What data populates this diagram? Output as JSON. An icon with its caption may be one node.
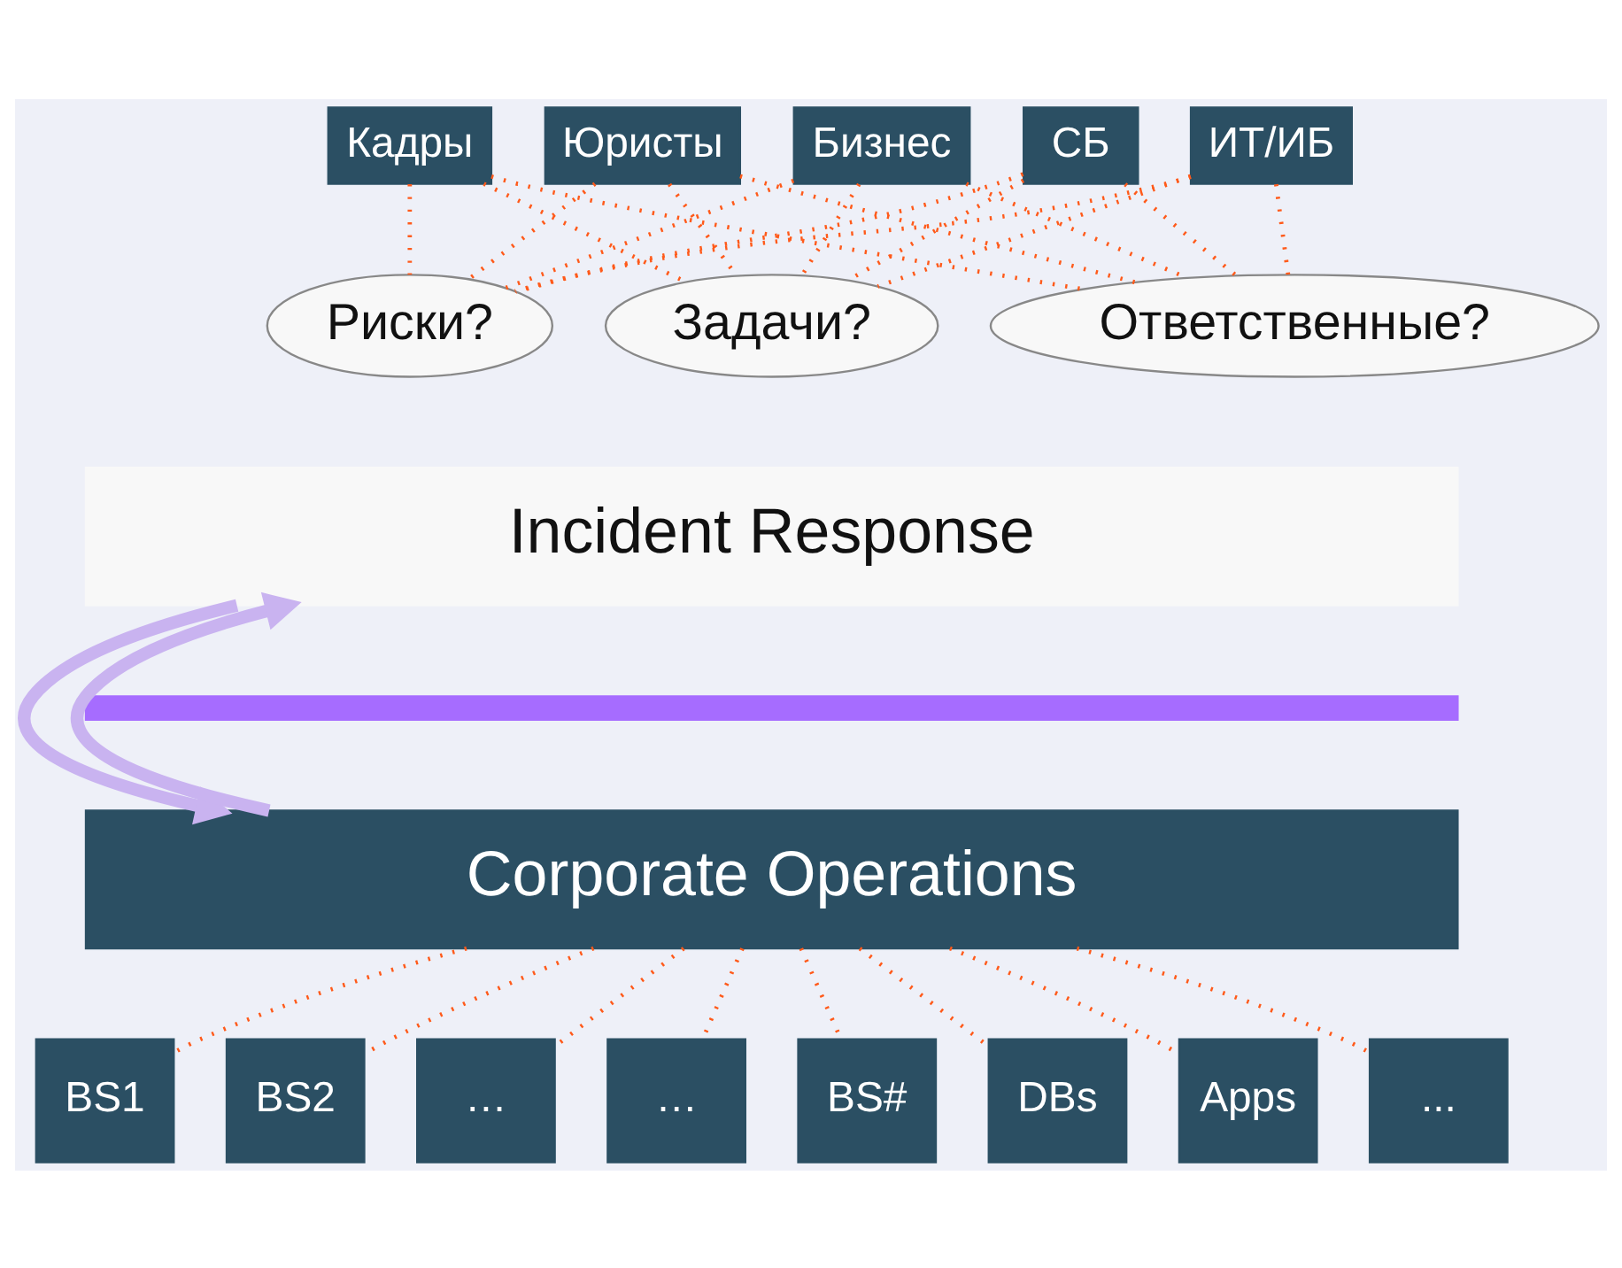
{
  "diagram": {
    "nodes": [
      {
        "text": [
          "Кадры"
        ]
      },
      {
        "text": [
          "Юристы"
        ]
      },
      {
        "text": [
          "Бизнес"
        ]
      },
      {
        "text": [
          "СБ"
        ]
      },
      {
        "text": [
          "ИТ/ИБ"
        ]
      },
      {
        "text": [
          "Риски?"
        ]
      },
      {
        "text": [
          "Задачи?"
        ]
      },
      {
        "text": [
          "Ответственные?"
        ]
      },
      {
        "text": [
          "Incident Response"
        ]
      },
      {
        "text": [],
        "shape": "bar"
      },
      {
        "text": [
          "Corporate Operations"
        ]
      },
      {
        "text": [
          "BS1"
        ]
      },
      {
        "text": [
          "BS2"
        ]
      },
      {
        "text": [
          "…"
        ]
      },
      {
        "text": [
          "…"
        ]
      },
      {
        "text": [
          "BS#"
        ]
      },
      {
        "text": [
          "DBs"
        ]
      },
      {
        "text": [
          "Apps"
        ]
      },
      {
        "text": [
          "..."
        ]
      }
    ],
    "edges": [
      {
        "from": 0,
        "to": 5,
        "arrow": "none",
        "style": "dashed"
      },
      {
        "from": 0,
        "to": 6,
        "arrow": "none",
        "style": "dashed"
      },
      {
        "from": 0,
        "to": 7,
        "arrow": "none",
        "style": "dashed"
      },
      {
        "from": 1,
        "to": 5,
        "arrow": "none",
        "style": "dashed"
      },
      {
        "from": 1,
        "to": 6,
        "arrow": "none",
        "style": "dashed"
      },
      {
        "from": 1,
        "to": 7,
        "arrow": "none",
        "style": "dashed"
      },
      {
        "from": 2,
        "to": 5,
        "arrow": "none",
        "style": "dashed"
      },
      {
        "from": 2,
        "to": 6,
        "arrow": "none",
        "style": "dashed"
      },
      {
        "from": 2,
        "to": 7,
        "arrow": "none",
        "style": "dashed"
      },
      {
        "from": 3,
        "to": 5,
        "arrow": "none",
        "style": "dashed"
      },
      {
        "from": 3,
        "to": 6,
        "arrow": "none",
        "style": "dashed"
      },
      {
        "from": 3,
        "to": 7,
        "arrow": "none",
        "style": "dashed"
      },
      {
        "from": 4,
        "to": 5,
        "arrow": "none",
        "style": "dashed"
      },
      {
        "from": 4,
        "to": 6,
        "arrow": "none",
        "style": "dashed"
      },
      {
        "from": 4,
        "to": 7,
        "arrow": "none",
        "style": "dashed"
      },
      {
        "from": 8,
        "to": 10,
        "arrow": "to",
        "style": "thick",
        "color": "#c9b3f0"
      },
      {
        "from": 10,
        "to": 8,
        "arrow": "to",
        "style": "thick",
        "color": "#c9b3f0"
      },
      {
        "from": 10,
        "to": 11,
        "arrow": "none",
        "style": "dashed"
      },
      {
        "from": 10,
        "to": 12,
        "arrow": "none",
        "style": "dashed"
      },
      {
        "from": 10,
        "to": 13,
        "arrow": "none",
        "style": "dashed"
      },
      {
        "from": 10,
        "to": 14,
        "arrow": "none",
        "style": "dashed"
      },
      {
        "from": 10,
        "to": 15,
        "arrow": "none",
        "style": "dashed"
      },
      {
        "from": 10,
        "to": 16,
        "arrow": "none",
        "style": "dashed"
      },
      {
        "from": 10,
        "to": 17,
        "arrow": "none",
        "style": "dashed"
      },
      {
        "from": 10,
        "to": 18,
        "arrow": "none",
        "style": "dashed"
      }
    ]
  }
}
